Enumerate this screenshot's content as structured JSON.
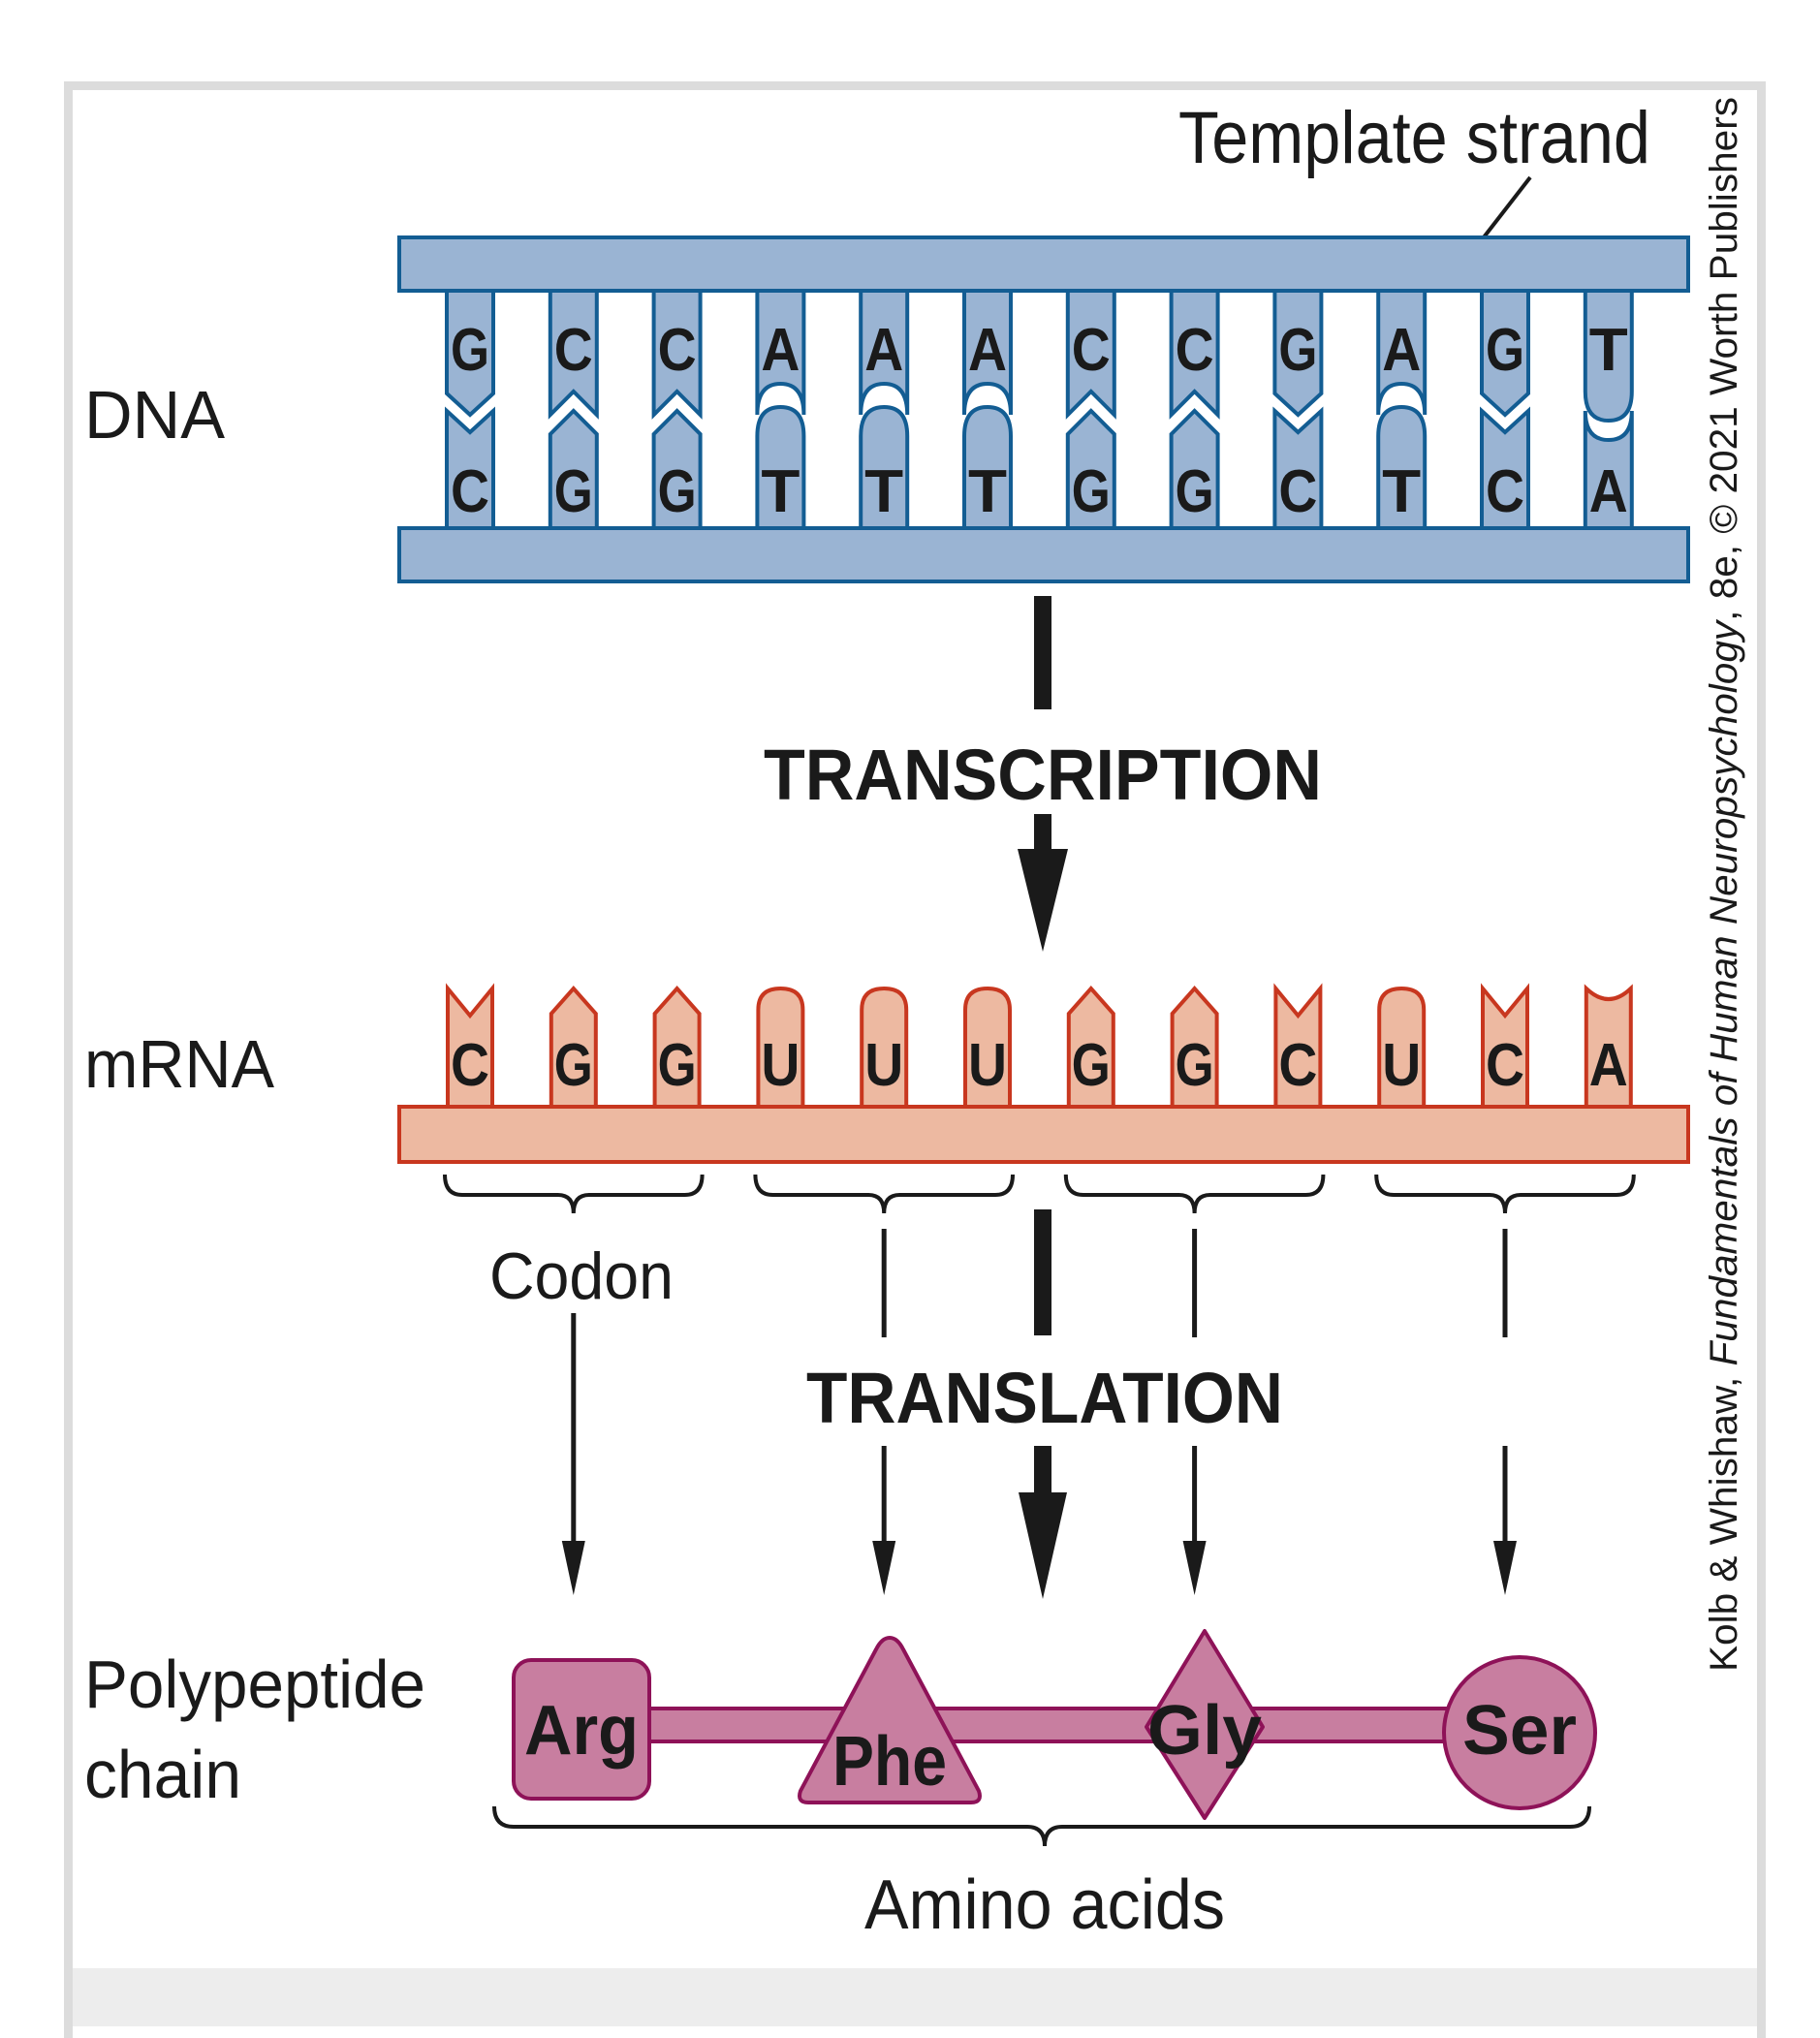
{
  "figure": {
    "labels": {
      "dna": "DNA",
      "mrna": "mRNA",
      "polypeptide_line1": "Polypeptide",
      "polypeptide_line2": "chain",
      "template_strand": "Template strand",
      "codon": "Codon",
      "amino_acids": "Amino acids",
      "transcription": "TRANSCRIPTION",
      "translation": "TRANSLATION"
    },
    "credit": {
      "prefix": "Kolb & Whishaw, ",
      "title": "Fundamentals of Human Neuropsychology",
      "suffix": ", 8e, © 2021 Worth Publishers"
    },
    "dna": {
      "template_strand": [
        "G",
        "C",
        "C",
        "A",
        "A",
        "A",
        "C",
        "C",
        "G",
        "A",
        "G",
        "T"
      ],
      "complementary_strand": [
        "C",
        "G",
        "G",
        "T",
        "T",
        "T",
        "G",
        "G",
        "C",
        "T",
        "C",
        "A"
      ]
    },
    "mrna": {
      "bases": [
        "C",
        "G",
        "G",
        "U",
        "U",
        "U",
        "G",
        "G",
        "C",
        "U",
        "C",
        "A"
      ]
    },
    "codons": [
      {
        "bases": "CGG",
        "amino_acid": "Arg",
        "shape": "rounded-square"
      },
      {
        "bases": "UUU",
        "amino_acid": "Phe",
        "shape": "triangle"
      },
      {
        "bases": "GGC",
        "amino_acid": "Gly",
        "shape": "diamond"
      },
      {
        "bases": "UCA",
        "amino_acid": "Ser",
        "shape": "circle"
      }
    ],
    "colors": {
      "dna_fill": "#9ab4d3",
      "dna_stroke": "#135d93",
      "mrna_fill": "#edb9a1",
      "mrna_stroke": "#c8371f",
      "aa_fill": "#c87ea0",
      "aa_stroke": "#8e1258",
      "frame": "#dcdcdc",
      "panel": "#ededed",
      "ink": "#1a1a1a"
    }
  }
}
